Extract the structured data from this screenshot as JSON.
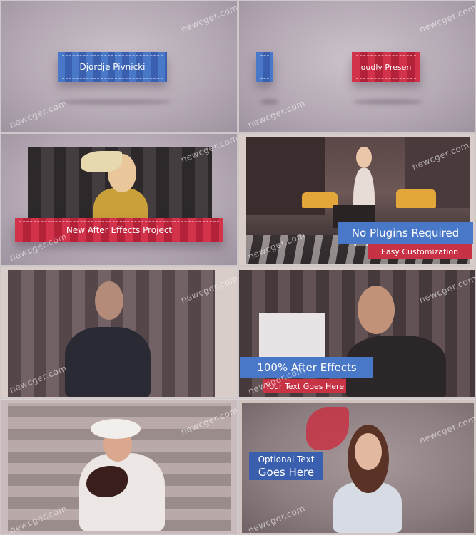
{
  "watermark_text": "newcger.com",
  "panels": {
    "p1": {
      "ribbon_text": "Djordje Pivnicki"
    },
    "p2": {
      "ribbon_text": "oudly Presen"
    },
    "p3": {
      "ribbon_text": "New After Effects Project"
    },
    "p4": {
      "title": "No Plugins Required",
      "subtitle": "Easy Customization"
    },
    "p6": {
      "title": "100% After Effects",
      "subtitle": "Your Text Goes Here"
    },
    "p8": {
      "line1": "Optional Text",
      "line2": "Goes Here"
    }
  },
  "colors": {
    "ribbon_blue": "#4a78c8",
    "ribbon_red": "#d2334a",
    "background_grey": "#b3a8b3"
  }
}
